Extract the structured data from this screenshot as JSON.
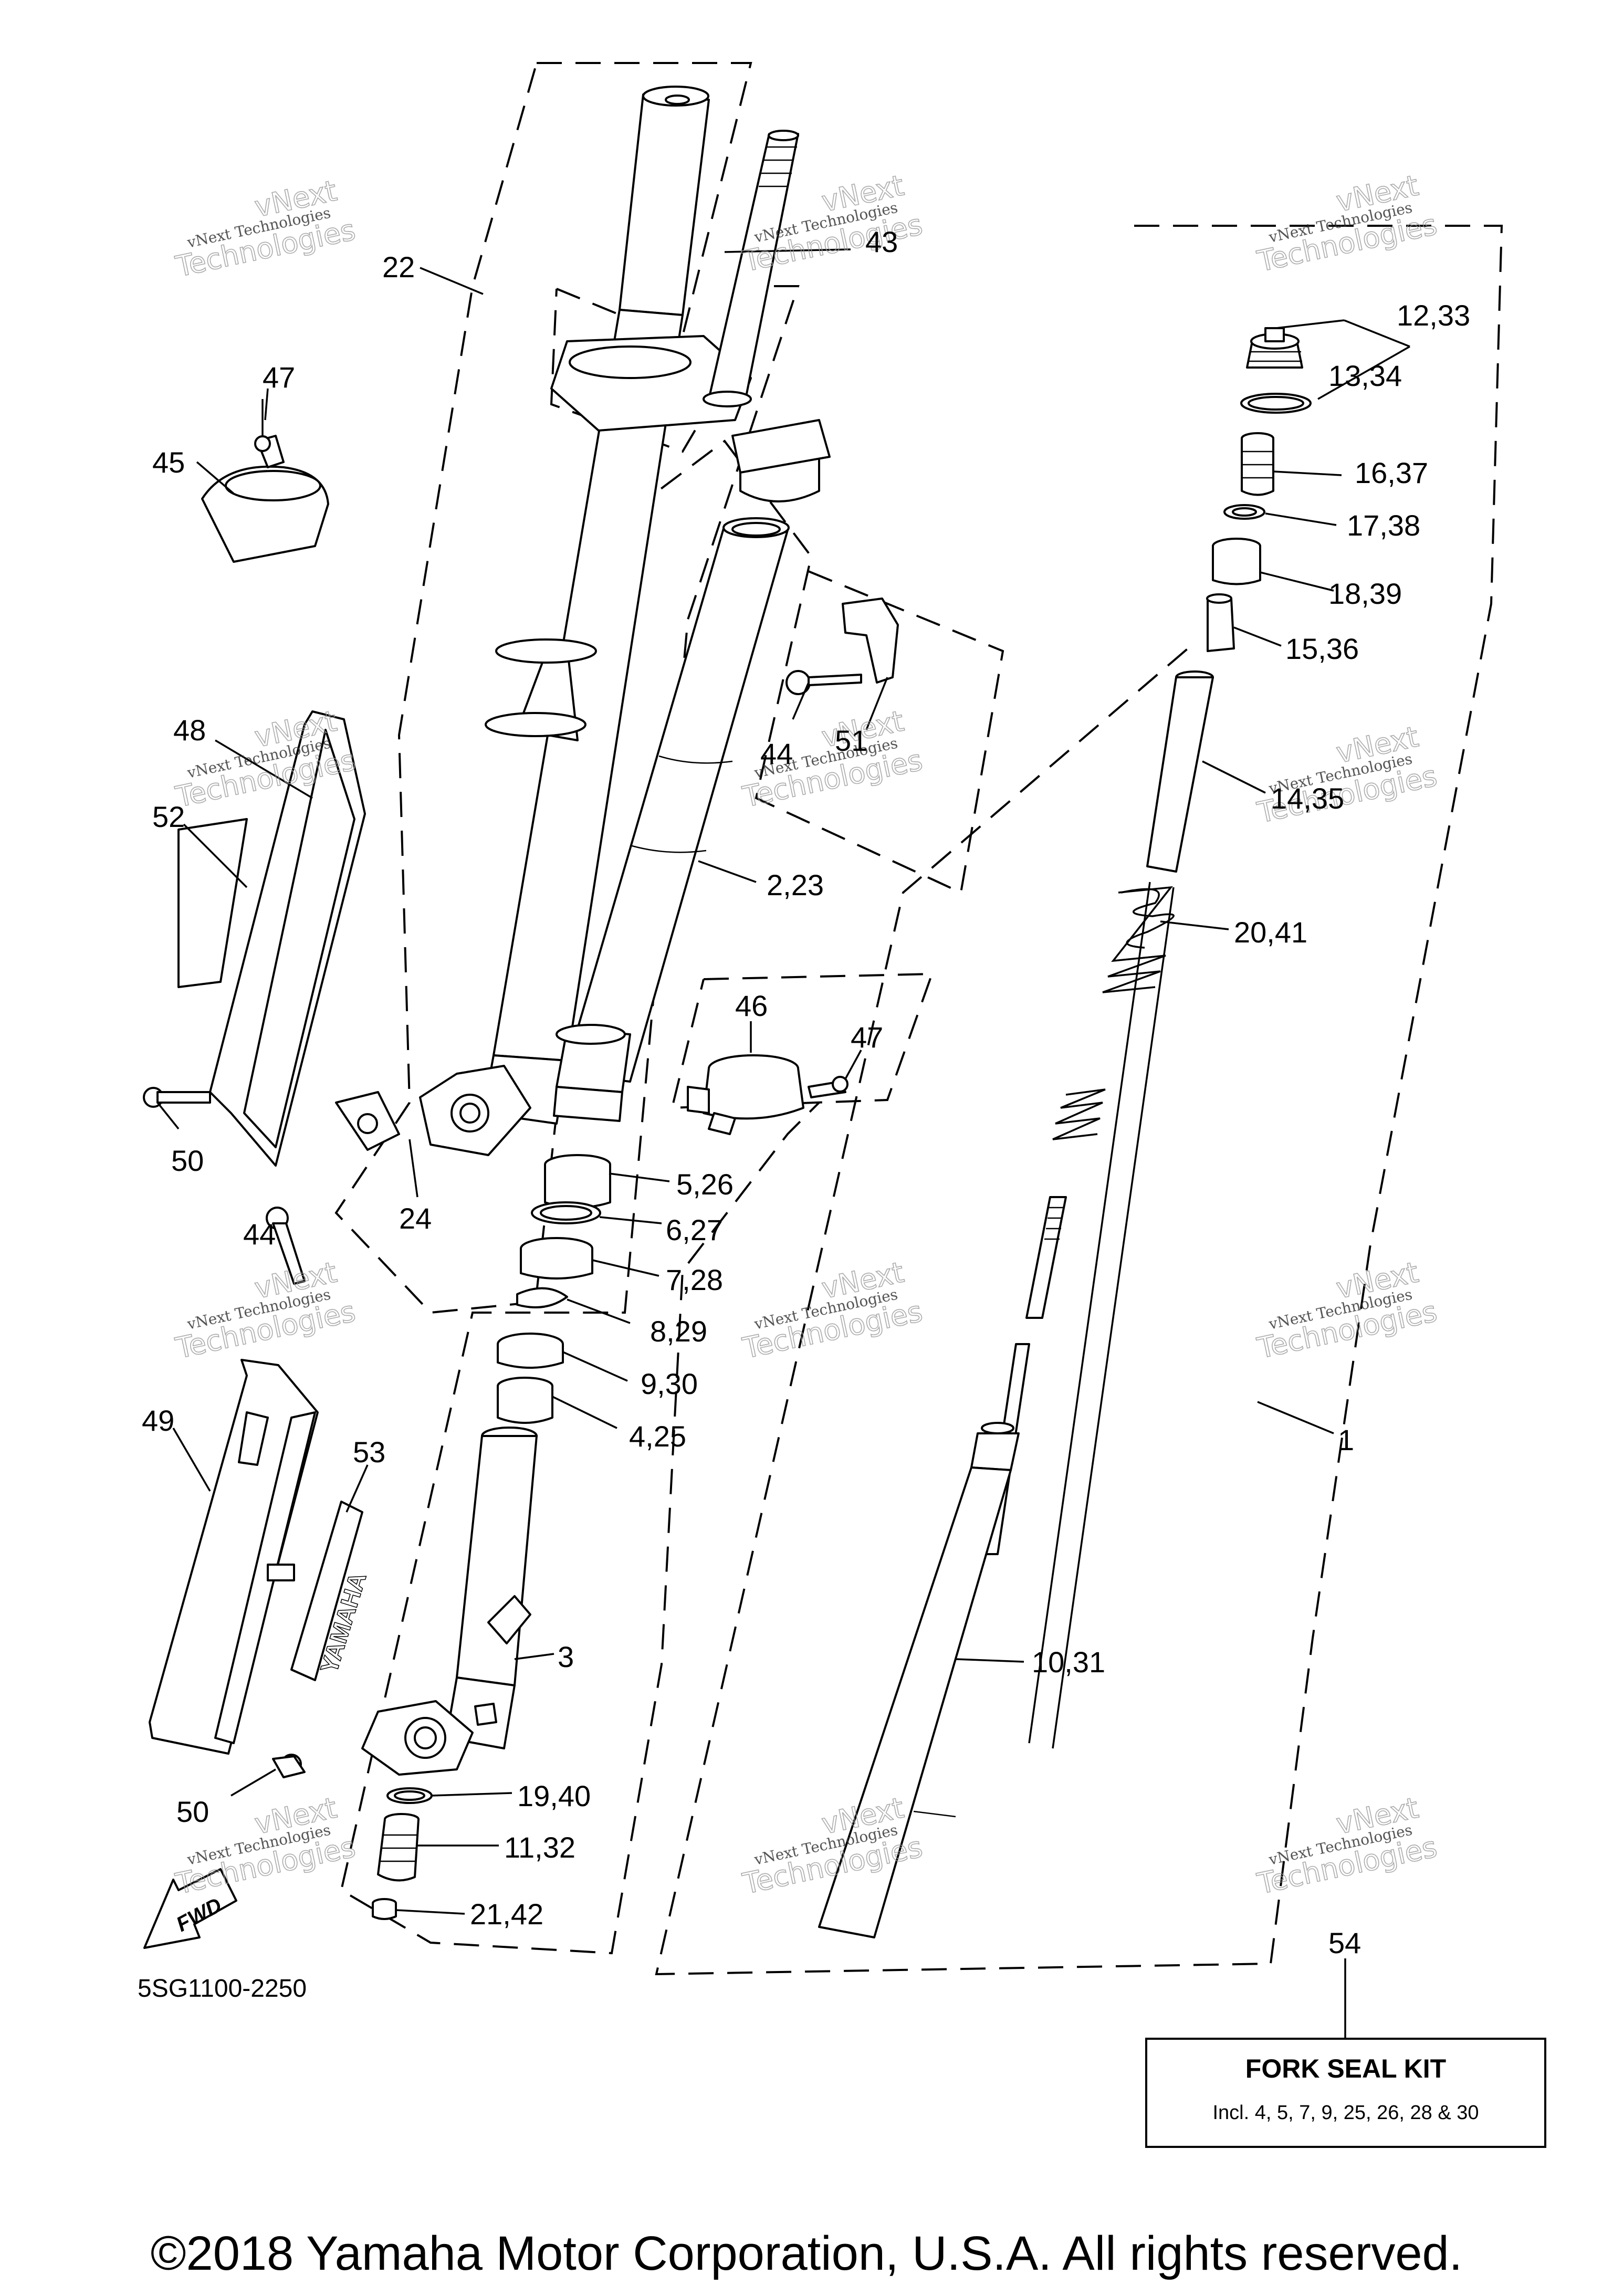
{
  "diagram": {
    "code": "5SG1100-2250",
    "copyright": "©2018 Yamaha Motor Corporation, U.S.A. All rights reserved.",
    "fwd_label": "FWD",
    "brand_decal": "YAMAHA",
    "watermark_line1": "vNext Technologies",
    "watermark_line2": "vNext",
    "watermark_line3": "Technologies"
  },
  "kit": {
    "title": "FORK SEAL KIT",
    "description": "Incl. 4, 5, 7, 9, 25, 26, 28 & 30"
  },
  "callouts": [
    "22",
    "43",
    "47",
    "45",
    "48",
    "52",
    "50",
    "44",
    "24",
    "12,33",
    "13,34",
    "16,37",
    "17,38",
    "18,39",
    "15,36",
    "44",
    "51",
    "14,35",
    "2,23",
    "20,41",
    "46",
    "47",
    "5,26",
    "6,27",
    "7,28",
    "8,29",
    "9,30",
    "4,25",
    "49",
    "53",
    "3",
    "1",
    "10,31",
    "50",
    "19,40",
    "11,32",
    "21,42",
    "54"
  ]
}
